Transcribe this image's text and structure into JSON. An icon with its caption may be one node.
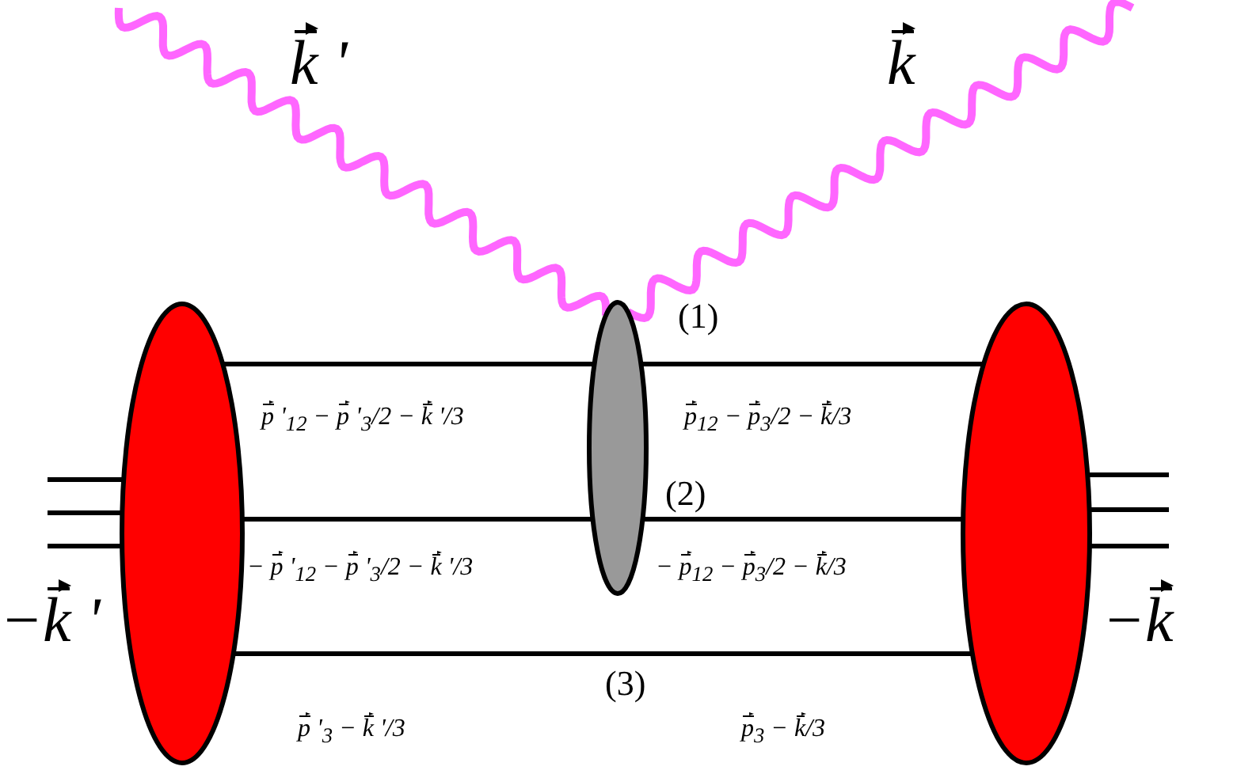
{
  "diagram": {
    "nodes": [
      {
        "text": [],
        "shape": "ellipse"
      },
      {
        "text": [],
        "shape": "ellipse"
      },
      {
        "text": [],
        "shape": "ellipse"
      }
    ],
    "edges": [
      {
        "from": 1,
        "to": null,
        "arrow": "none",
        "color": "#ff66ff"
      },
      {
        "from": null,
        "to": 1,
        "arrow": "none",
        "color": "#ff66ff"
      },
      {
        "from": 0,
        "to": 1,
        "arrow": "none"
      },
      {
        "from": 1,
        "to": 2,
        "arrow": "none"
      },
      {
        "from": 0,
        "to": 1,
        "arrow": "none"
      },
      {
        "from": 1,
        "to": 2,
        "arrow": "none"
      },
      {
        "from": 0,
        "to": 2,
        "arrow": "none"
      },
      {
        "from": null,
        "to": 0,
        "arrow": "none"
      },
      {
        "from": null,
        "to": 0,
        "arrow": "none"
      },
      {
        "from": null,
        "to": 0,
        "arrow": "none"
      },
      {
        "from": 2,
        "to": null,
        "arrow": "none"
      },
      {
        "from": 2,
        "to": null,
        "arrow": "none"
      },
      {
        "from": 2,
        "to": null,
        "arrow": "none"
      }
    ],
    "labels": [
      "k⃗ '",
      "k⃗",
      "(1)",
      "p⃗ '$_{12}$ − p⃗ '$_{3}$/2 − k⃗ '/3",
      "p⃗$_{12}$ − p⃗$_{3}$/2 − k⃗/3",
      "(2)",
      "− p⃗ '$_{12}$ − p⃗ '$_{3}$/2 − k⃗ '/3",
      "− p⃗$_{12}$ − p⃗$_{3}$/2 − k⃗/3",
      "−k⃗ '",
      "−k⃗",
      "(3)",
      "p⃗ '$_{3}$ − k⃗ '/3",
      "p⃗$_{3}$ − k⃗/3"
    ]
  }
}
